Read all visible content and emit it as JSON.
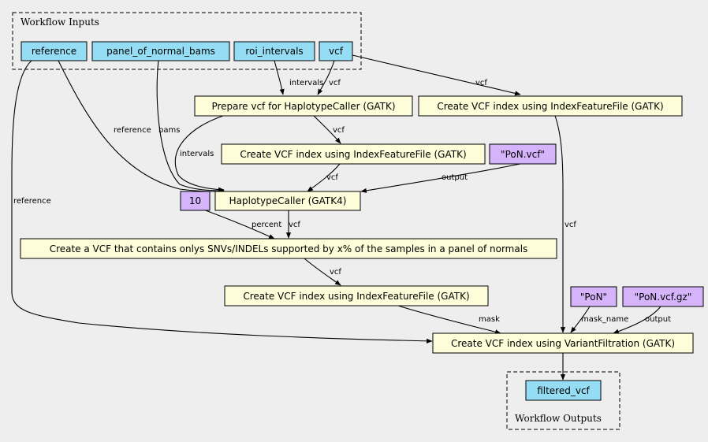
{
  "clusters": {
    "inputs": {
      "title": "Workflow Inputs"
    },
    "outputs": {
      "title": "Workflow Outputs"
    }
  },
  "colors": {
    "background": "#eeeeee",
    "io_node": "#94ddf4",
    "step_node": "#fdfdd9",
    "literal_node": "#d5b4fb"
  },
  "nodes": {
    "reference": "reference",
    "panel_of_normal_bams": "panel_of_normal_bams",
    "roi_intervals": "roi_intervals",
    "vcf": "vcf",
    "prepare_vcf": "Prepare vcf for HaplotypeCaller (GATK)",
    "index_top_right": "Create VCF index using IndexFeatureFile (GATK)",
    "index_mid": "Create VCF index using IndexFeatureFile (GATK)",
    "pon_vcf_literal": "\"PoN.vcf\"",
    "ten_literal": "10",
    "haplotypecaller": "HaplotypeCaller (GATK4)",
    "create_vcf_snvs": "Create a VCF that contains onlys SNVs/INDELs supported by x% of the samples in a panel of normals",
    "index_lower": "Create VCF index using IndexFeatureFile (GATK)",
    "pon_literal": "\"PoN\"",
    "pon_vcf_gz_literal": "\"PoN.vcf.gz\"",
    "variant_filtration": "Create VCF index using VariantFiltration (GATK)",
    "filtered_vcf": "filtered_vcf"
  },
  "edge_labels": {
    "roi_to_prepare": "intervals",
    "vcf_to_prepare": "vcf",
    "vcf_to_index_top": "vcf",
    "ref_to_hc": "reference",
    "bams_to_hc": "bams",
    "prepare_to_hc": "intervals",
    "prepare_to_index_mid": "vcf",
    "index_mid_to_hc": "vcf",
    "ponvcf_to_hc": "output",
    "ref_to_vf": "reference",
    "ten_to_create": "percent",
    "hc_to_create": "vcf",
    "create_to_index_lower": "vcf",
    "index_top_to_vf": "vcf",
    "index_lower_to_vf": "mask",
    "pon_to_vf": "mask_name",
    "ponvcfgz_to_vf": "output"
  }
}
